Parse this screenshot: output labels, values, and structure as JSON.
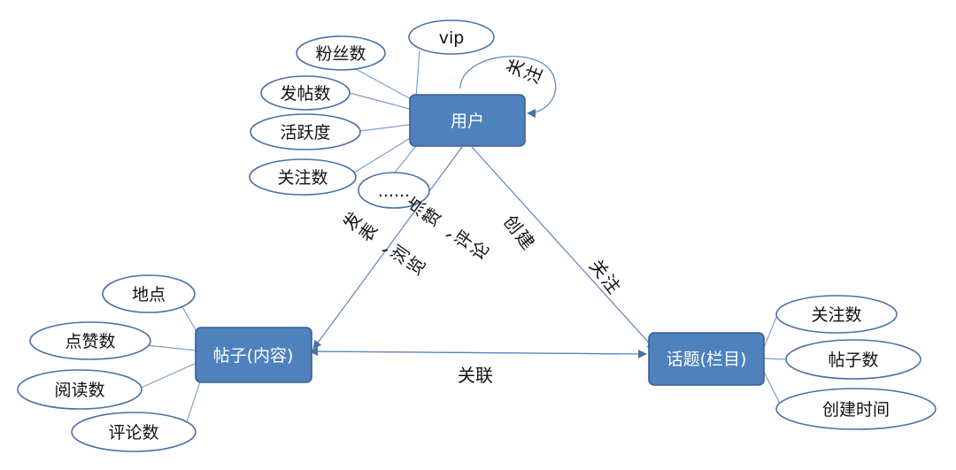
{
  "entities": {
    "user": "用户",
    "post": "帖子(内容)",
    "topic": "话题(栏目)"
  },
  "user_attributes": [
    "vip",
    "粉丝数",
    "发帖数",
    "活跃度",
    "关注数",
    "......"
  ],
  "post_attributes": [
    "地点",
    "点赞数",
    "阅读数",
    "评论数"
  ],
  "topic_attributes": [
    "关注数",
    "帖子数",
    "创建时间"
  ],
  "relations": {
    "self_follow": [
      "关",
      "注"
    ],
    "user_to_post_left": [
      "发",
      "表",
      "、",
      "浏",
      "览"
    ],
    "user_to_post_right": [
      "点",
      "赞",
      "、",
      "评",
      "论"
    ],
    "user_to_topic_create": [
      "创",
      "建"
    ],
    "user_to_topic_follow": [
      "关",
      "注"
    ],
    "post_topic": "关联"
  },
  "colors": {
    "box_fill": "#4f81bd",
    "box_border": "#3a5f8f",
    "line": "#7f9fc9",
    "ellipse_border": "#4a71a8"
  }
}
